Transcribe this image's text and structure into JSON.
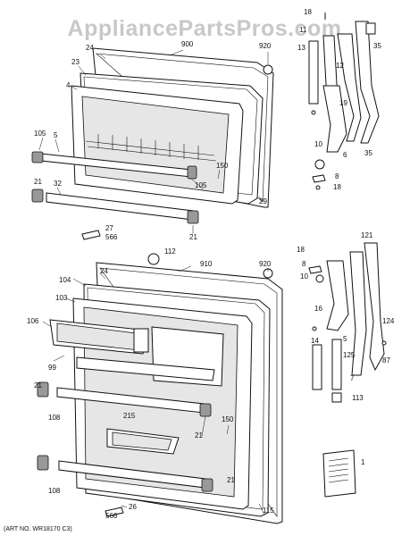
{
  "watermark": "AppliancePartsPros.com",
  "art_number": "(ART NO. WR18170 C3)",
  "callouts": {
    "top": [
      "18",
      "900",
      "11",
      "920",
      "24",
      "13",
      "35",
      "23",
      "12",
      "4",
      "105",
      "19",
      "5",
      "150",
      "105",
      "6",
      "35",
      "10",
      "8",
      "18",
      "29",
      "21",
      "32",
      "27",
      "566",
      "21"
    ],
    "bottom": [
      "112",
      "910",
      "920",
      "18",
      "121",
      "24",
      "8",
      "104",
      "10",
      "103",
      "16",
      "106",
      "124",
      "14",
      "5",
      "99",
      "125",
      "7",
      "87",
      "21",
      "113",
      "108",
      "215",
      "150",
      "21",
      "21",
      "108",
      "115",
      "1",
      "566",
      "26"
    ]
  }
}
